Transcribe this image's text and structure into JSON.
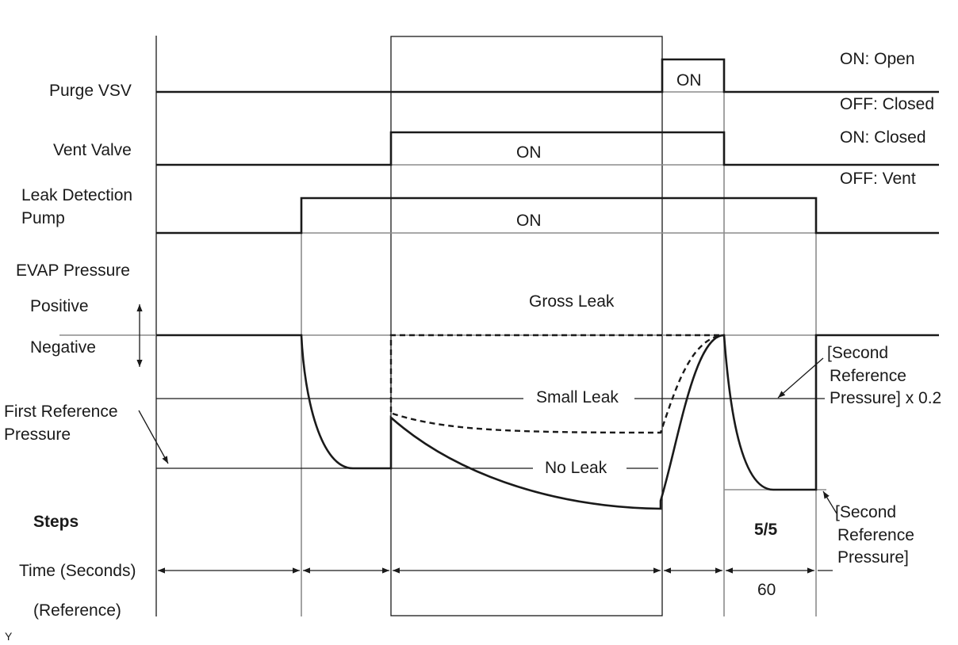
{
  "signals": {
    "purge_vsv": "Purge VSV",
    "vent_valve": "Vent Valve",
    "leak_pump_line1": "Leak Detection",
    "leak_pump_line2": "Pump",
    "evap_pressure": "EVAP Pressure",
    "positive": "Positive",
    "negative": "Negative",
    "first_ref_line1": "First Reference",
    "first_ref_line2": "Pressure",
    "steps": "Steps",
    "time": "Time (Seconds)",
    "reference": "(Reference)"
  },
  "states": {
    "purge_on": "ON: Open",
    "purge_off": "OFF: Closed",
    "vent_on": "ON: Closed",
    "vent_off": "OFF: Vent",
    "purge_pulse": "ON",
    "vent_pulse": "ON",
    "pump_pulse": "ON"
  },
  "leak_labels": {
    "gross": "Gross Leak",
    "small": "Small Leak",
    "none": "No Leak"
  },
  "second_ref_x02": {
    "line1": "[Second",
    "line2": "Reference",
    "line3": "Pressure] x 0.2"
  },
  "second_ref": {
    "line1": "[Second",
    "line2": "Reference",
    "line3": "Pressure]"
  },
  "step_label": "5/5",
  "time_value": "60",
  "corner_mark": "Y"
}
